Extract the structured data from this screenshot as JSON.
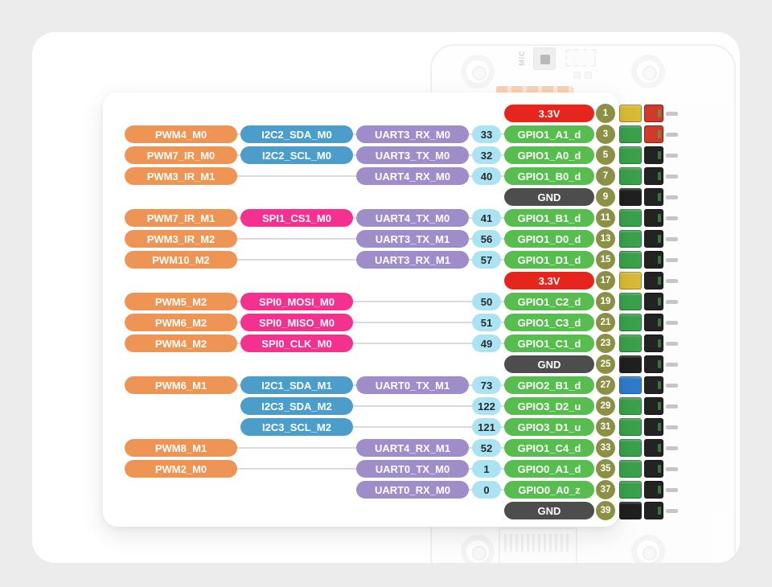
{
  "board": {
    "mic_label": "MIC"
  },
  "colors": {
    "pwm": "#ee9454",
    "i2c": "#4d9dcb",
    "spi": "#f4318f",
    "uart": "#9e8dc9",
    "pin_num": "#abe3f2",
    "pin_num_text": "#2b2b2b",
    "gpio": "#57bd4e",
    "power": "#e6261d",
    "gnd": "#4d4d4d",
    "phys_pin": "#8c9045",
    "line": "#dadada"
  },
  "rows": [
    {
      "kind": "power",
      "label": "3.3V",
      "pin": "1"
    },
    {
      "kind": "signal",
      "pwm": "PWM4_M0",
      "bus": "I2C2_SDA_M0",
      "bus_type": "i2c",
      "uart": "UART3_RX_M0",
      "num": "33",
      "gpio": "GPIO1_A1_d",
      "pin": "3"
    },
    {
      "kind": "signal",
      "pwm": "PWM7_IR_M0",
      "bus": "I2C2_SCL_M0",
      "bus_type": "i2c",
      "uart": "UART3_TX_M0",
      "num": "32",
      "gpio": "GPIO1_A0_d",
      "pin": "5"
    },
    {
      "kind": "signal",
      "pwm": "PWM3_IR_M1",
      "uart": "UART4_RX_M0",
      "num": "40",
      "gpio": "GPIO1_B0_d",
      "pin": "7"
    },
    {
      "kind": "gnd",
      "label": "GND",
      "pin": "9"
    },
    {
      "kind": "signal",
      "pwm": "PWM7_IR_M1",
      "bus": "SPI1_CS1_M0",
      "bus_type": "spi",
      "uart": "UART4_TX_M0",
      "num": "41",
      "gpio": "GPIO1_B1_d",
      "pin": "11"
    },
    {
      "kind": "signal",
      "pwm": "PWM3_IR_M2",
      "uart": "UART3_TX_M1",
      "num": "56",
      "gpio": "GPIO1_D0_d",
      "pin": "13"
    },
    {
      "kind": "signal",
      "pwm": "PWM10_M2",
      "uart": "UART3_RX_M1",
      "num": "57",
      "gpio": "GPIO1_D1_d",
      "pin": "15"
    },
    {
      "kind": "power",
      "label": "3.3V",
      "pin": "17"
    },
    {
      "kind": "signal",
      "pwm": "PWM5_M2",
      "bus": "SPI0_MOSI_M0",
      "bus_type": "spi",
      "num": "50",
      "gpio": "GPIO1_C2_d",
      "pin": "19"
    },
    {
      "kind": "signal",
      "pwm": "PWM6_M2",
      "bus": "SPI0_MISO_M0",
      "bus_type": "spi",
      "num": "51",
      "gpio": "GPIO1_C3_d",
      "pin": "21"
    },
    {
      "kind": "signal",
      "pwm": "PWM4_M2",
      "bus": "SPI0_CLK_M0",
      "bus_type": "spi",
      "num": "49",
      "gpio": "GPIO1_C1_d",
      "pin": "23"
    },
    {
      "kind": "gnd",
      "label": "GND",
      "pin": "25"
    },
    {
      "kind": "signal",
      "pwm": "PWM6_M1",
      "bus": "I2C1_SDA_M1",
      "bus_type": "i2c",
      "uart": "UART0_TX_M1",
      "num": "73",
      "gpio": "GPIO2_B1_d",
      "pin": "27"
    },
    {
      "kind": "signal",
      "bus": "I2C3_SDA_M2",
      "bus_type": "i2c",
      "num": "122",
      "gpio": "GPIO3_D2_u",
      "pin": "29"
    },
    {
      "kind": "signal",
      "bus": "I2C3_SCL_M2",
      "bus_type": "i2c",
      "num": "121",
      "gpio": "GPIO3_D1_u",
      "pin": "31"
    },
    {
      "kind": "signal",
      "pwm": "PWM8_M1",
      "uart": "UART4_RX_M1",
      "num": "52",
      "gpio": "GPIO1_C4_d",
      "pin": "33"
    },
    {
      "kind": "signal",
      "pwm": "PWM2_M0",
      "uart": "UART0_TX_M0",
      "num": "1",
      "gpio": "GPIO0_A1_d",
      "pin": "35"
    },
    {
      "kind": "signal",
      "uart": "UART0_RX_M0",
      "num": "0",
      "gpio": "GPIO0_A0_z",
      "pin": "37"
    },
    {
      "kind": "gnd",
      "label": "GND",
      "pin": "39"
    }
  ],
  "header_strip": {
    "rows": [
      {
        "odd": "#d9bc35",
        "even": "#cf3a2a"
      },
      {
        "odd": "#3aa24b",
        "even": "#cf3a2a"
      },
      {
        "odd": "#3aa24b",
        "even": "#232323"
      },
      {
        "odd": "#3aa24b",
        "even": "#232323"
      },
      {
        "odd": "#202020",
        "even": "#232323"
      },
      {
        "odd": "#3aa24b",
        "even": "#232323"
      },
      {
        "odd": "#3aa24b",
        "even": "#232323"
      },
      {
        "odd": "#3aa24b",
        "even": "#232323"
      },
      {
        "odd": "#d9bc35",
        "even": "#232323"
      },
      {
        "odd": "#3aa24b",
        "even": "#232323"
      },
      {
        "odd": "#3aa24b",
        "even": "#232323"
      },
      {
        "odd": "#3aa24b",
        "even": "#232323"
      },
      {
        "odd": "#202020",
        "even": "#232323"
      },
      {
        "odd": "#2f7ccc",
        "even": "#232323"
      },
      {
        "odd": "#3aa24b",
        "even": "#232323"
      },
      {
        "odd": "#3aa24b",
        "even": "#232323"
      },
      {
        "odd": "#3aa24b",
        "even": "#232323"
      },
      {
        "odd": "#3aa24b",
        "even": "#232323"
      },
      {
        "odd": "#3aa24b",
        "even": "#232323"
      },
      {
        "odd": "#202020",
        "even": "#232323"
      }
    ]
  }
}
